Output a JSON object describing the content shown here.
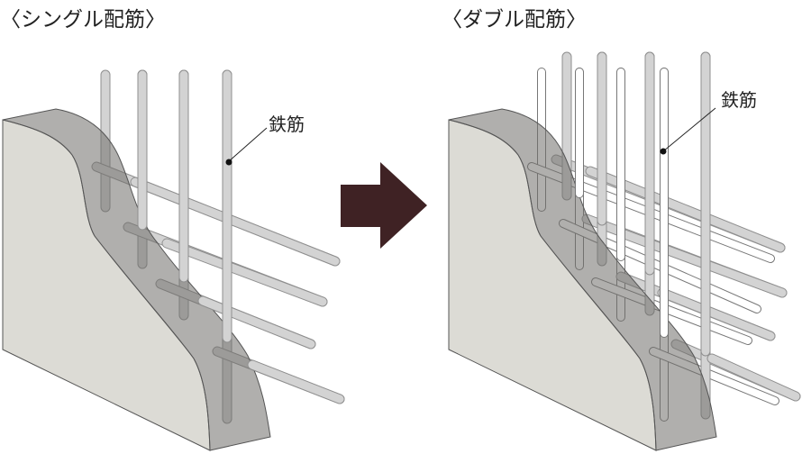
{
  "single": {
    "title": "〈シングル配筋〉",
    "label": "鉄筋"
  },
  "double": {
    "title": "〈ダブル配筋〉",
    "label": "鉄筋"
  },
  "colors": {
    "arrow": "#3f2224",
    "wall_front": "#dcdbd5",
    "wall_top": "#888784",
    "rebar": "#d3d3d3",
    "rebar_stroke": "#8f8f8f"
  }
}
